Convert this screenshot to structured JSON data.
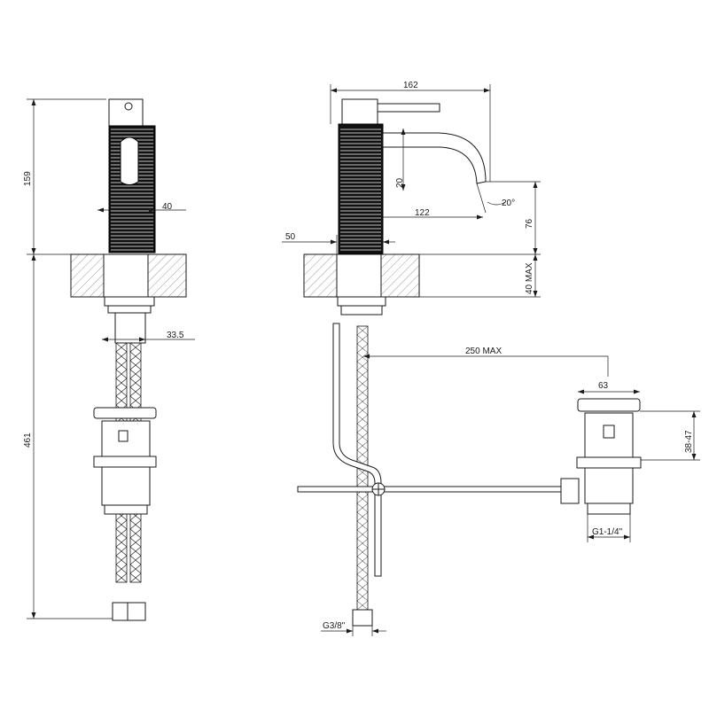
{
  "dimensions": {
    "front_height_upper": "159",
    "front_height_lower": "461",
    "front_body_diameter": "40",
    "front_tail_diameter": "33.5",
    "side_spout_reach": "162",
    "side_spout_diameter": "20",
    "side_spout_projection": "122",
    "side_spout_angle": "20°",
    "side_spout_height": "76",
    "side_base_diameter": "50",
    "side_deck_thickness": "40 MAX",
    "waste_distance": "250 MAX",
    "waste_plug_diameter": "63",
    "waste_height_range": "38-47",
    "waste_thread": "G1-1/4\"",
    "supply_thread": "G3/8\""
  }
}
